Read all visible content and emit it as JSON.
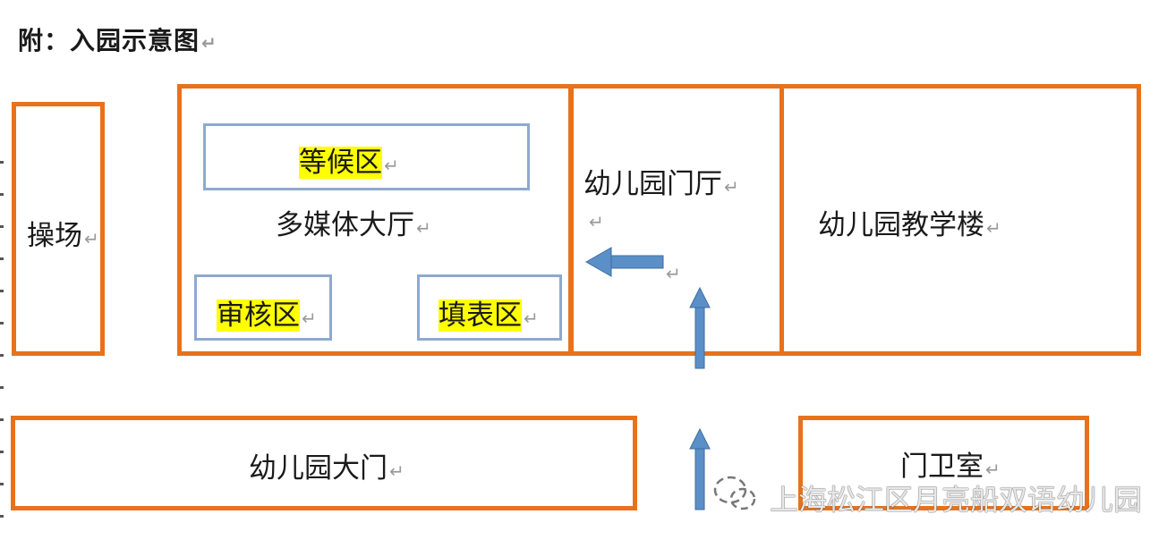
{
  "title": "附：入园示意图",
  "mark": "↵",
  "labels": {
    "playground": "操场",
    "waiting": "等候区",
    "hall": "多媒体大厅",
    "review": "审核区",
    "form": "填表区",
    "lobby": "幼儿园门厅",
    "teaching": "幼儿园教学楼",
    "gate": "幼儿园大门",
    "guard": "门卫室"
  },
  "watermark": "上海松江区月亮船双语幼儿园",
  "colors": {
    "zone_border": "#e8721c",
    "area_border": "#8ea9cf",
    "highlight": "#ffff00",
    "arrow": "#5b8fc7"
  }
}
